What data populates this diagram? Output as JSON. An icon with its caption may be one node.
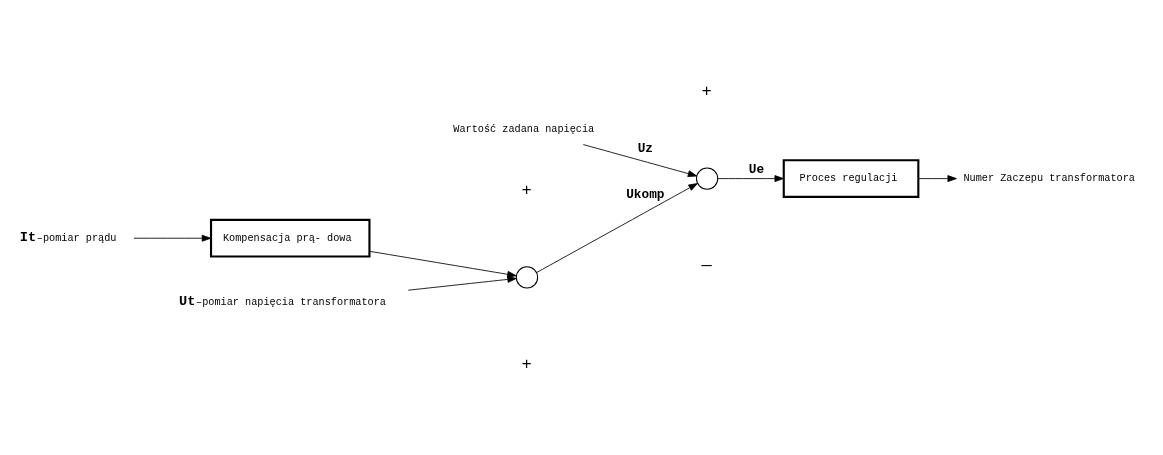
{
  "diagram": {
    "nodes": [
      {
        "text": [
          "Wartość zadana napięcia"
        ]
      },
      {
        "text": [],
        "shape": "circle"
      },
      {
        "text": [
          "Proces regulacji"
        ]
      },
      {
        "text": [
          "Numer Zaczepu transformatora"
        ]
      },
      {
        "text": [],
        "shape": "circle"
      },
      {
        "text": [
          "Kompensacja prą- dowa"
        ]
      },
      {
        "text": [
          "It",
          "–pomiar prądu"
        ]
      },
      {
        "text": [
          "Ut",
          "–pomiar napięcia transformatora"
        ]
      }
    ],
    "edges": [
      {
        "from": 0,
        "to": 1,
        "arrow": "to",
        "label": "Uz"
      },
      {
        "from": 1,
        "to": 2,
        "arrow": "to",
        "label": "Ue"
      },
      {
        "from": 2,
        "to": 3,
        "arrow": "to"
      },
      {
        "from": 6,
        "to": 5,
        "arrow": "to"
      },
      {
        "from": 5,
        "to": 4,
        "arrow": "to"
      },
      {
        "from": 7,
        "to": 4,
        "arrow": "to"
      },
      {
        "from": 4,
        "to": 1,
        "arrow": "to",
        "label": "Ukomp"
      }
    ],
    "labels": [
      "+",
      "—",
      "+",
      "+"
    ]
  }
}
